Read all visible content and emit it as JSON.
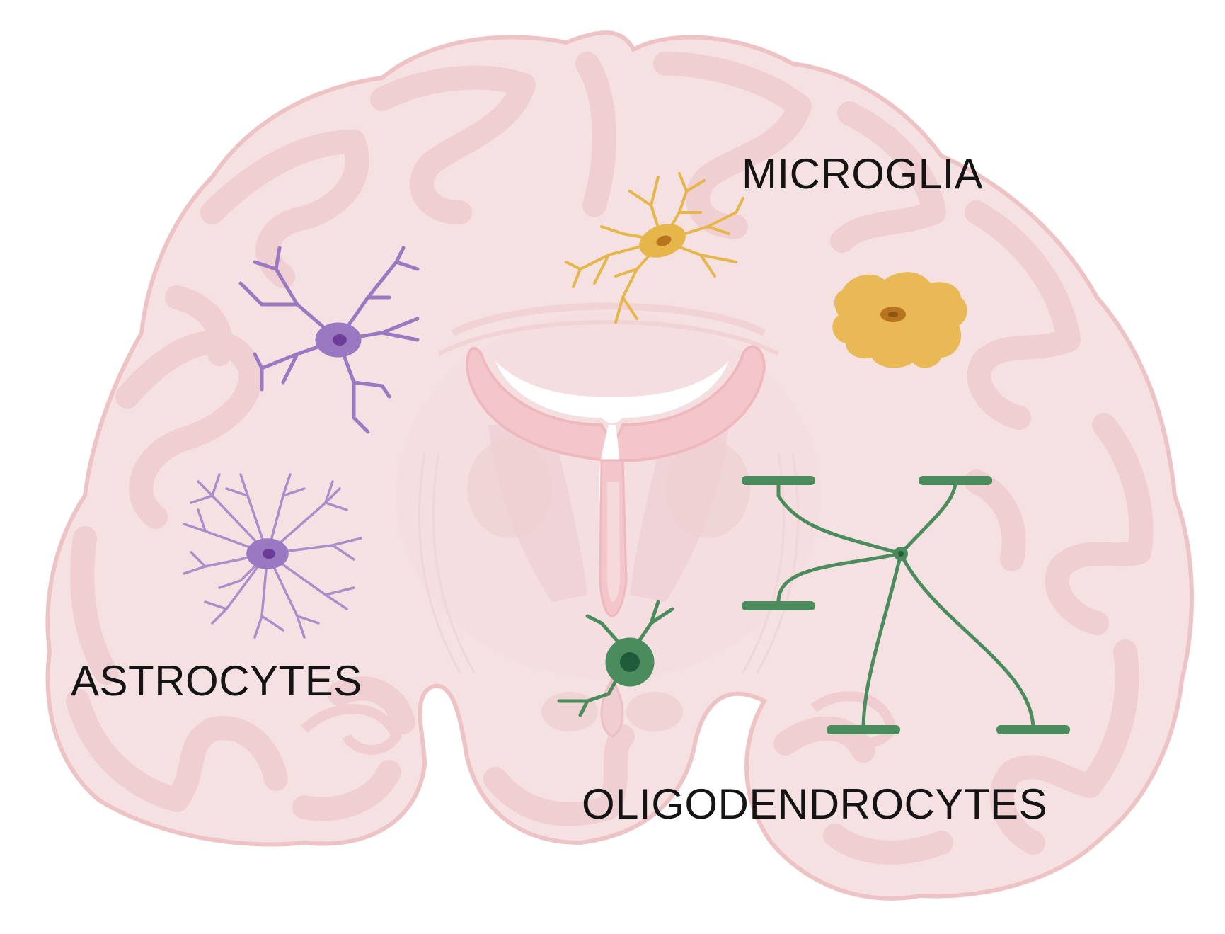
{
  "labels": {
    "microglia": "MICROGLIA",
    "astrocytes": "ASTROCYTES",
    "oligodendrocytes": "OLIGODENDROCYTES"
  },
  "colors": {
    "brain_fill": "#f6e3e3",
    "brain_outline": "#eec5c7",
    "gyri_fill": "#f1d4d6",
    "white_matter": "#f7e9e9",
    "ventricle": "#ffffff",
    "astrocyte": "#9b78c2",
    "astrocyte_nucleus": "#6b3d97",
    "microglia": "#e7b64a",
    "microglia_nucleus": "#b9741f",
    "oligodendrocyte": "#4a8c5c",
    "oligodendrocyte_nucleus": "#1f5a3a"
  },
  "icons": [
    "brain-coronal-section-icon",
    "astrocyte-protoplasmic-icon",
    "astrocyte-fibrous-icon",
    "microglia-ramified-icon",
    "microglia-amoeboid-icon",
    "oligodendrocyte-icon",
    "myelinating-oligodendrocyte-icon"
  ]
}
